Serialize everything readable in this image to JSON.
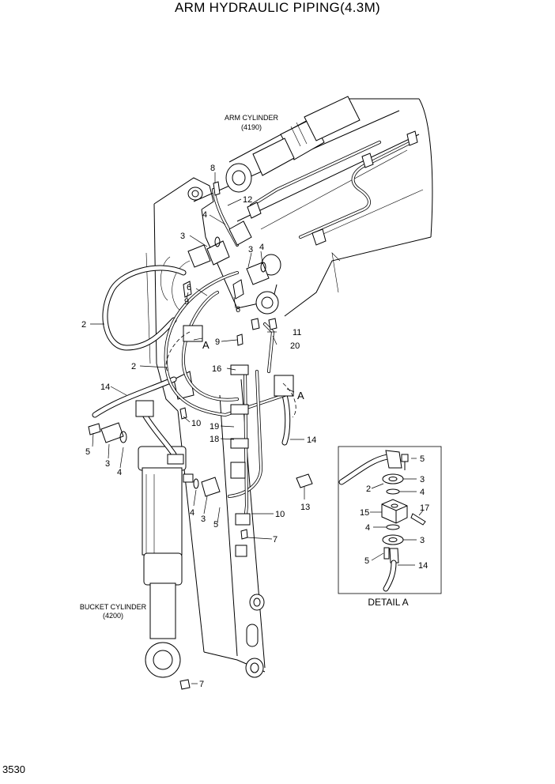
{
  "title": "ARM HYDRAULIC PIPING(4.3M)",
  "page_number": "3530",
  "labels": {
    "arm_cylinder": "ARM CYLINDER",
    "arm_cylinder_code": "(4190)",
    "bucket_cylinder": "BUCKET CYLINDER",
    "bucket_cylinder_code": "(4200)",
    "detail_title": "DETAIL  A"
  },
  "main_callouts": [
    "8",
    "12",
    "4",
    "3",
    "3",
    "4",
    "6",
    "9",
    "6",
    "2",
    "A",
    "9",
    "11",
    "20",
    "2",
    "16",
    "A",
    "14",
    "10",
    "19",
    "18",
    "14",
    "5",
    "3",
    "4",
    "13",
    "4",
    "3",
    "5",
    "10",
    "7",
    "7"
  ],
  "detail_callouts": [
    "5",
    "2",
    "3",
    "4",
    "15",
    "17",
    "4",
    "3",
    "5",
    "14"
  ]
}
